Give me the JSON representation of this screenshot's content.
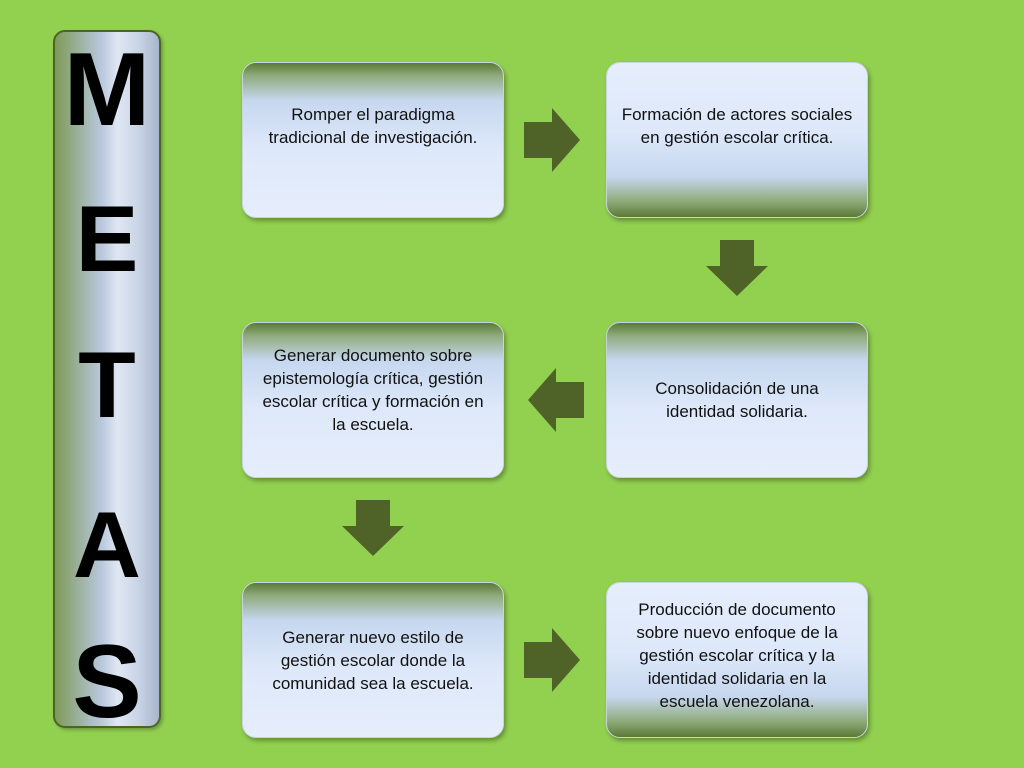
{
  "title": {
    "letters": [
      "M",
      "E",
      "T",
      "A",
      "S"
    ]
  },
  "boxes": [
    {
      "id": "romper",
      "text": "Romper el paradigma tradicional de investigación."
    },
    {
      "id": "formacion",
      "text": "Formación de actores sociales en gestión escolar crítica."
    },
    {
      "id": "consolidacion",
      "text": "Consolidación de una identidad solidaria."
    },
    {
      "id": "generar-documento",
      "text": "Generar documento sobre epistemología crítica, gestión escolar crítica y formación en la escuela."
    },
    {
      "id": "generar-estilo",
      "text": "Generar nuevo estilo de gestión escolar donde la comunidad sea la escuela."
    },
    {
      "id": "produccion",
      "text": "Producción de documento sobre nuevo enfoque de la gestión escolar crítica y la identidad solidaria en la escuela venezolana."
    }
  ],
  "colors": {
    "background": "#92d050",
    "arrow": "#4f6228",
    "title_text": "#000000"
  }
}
